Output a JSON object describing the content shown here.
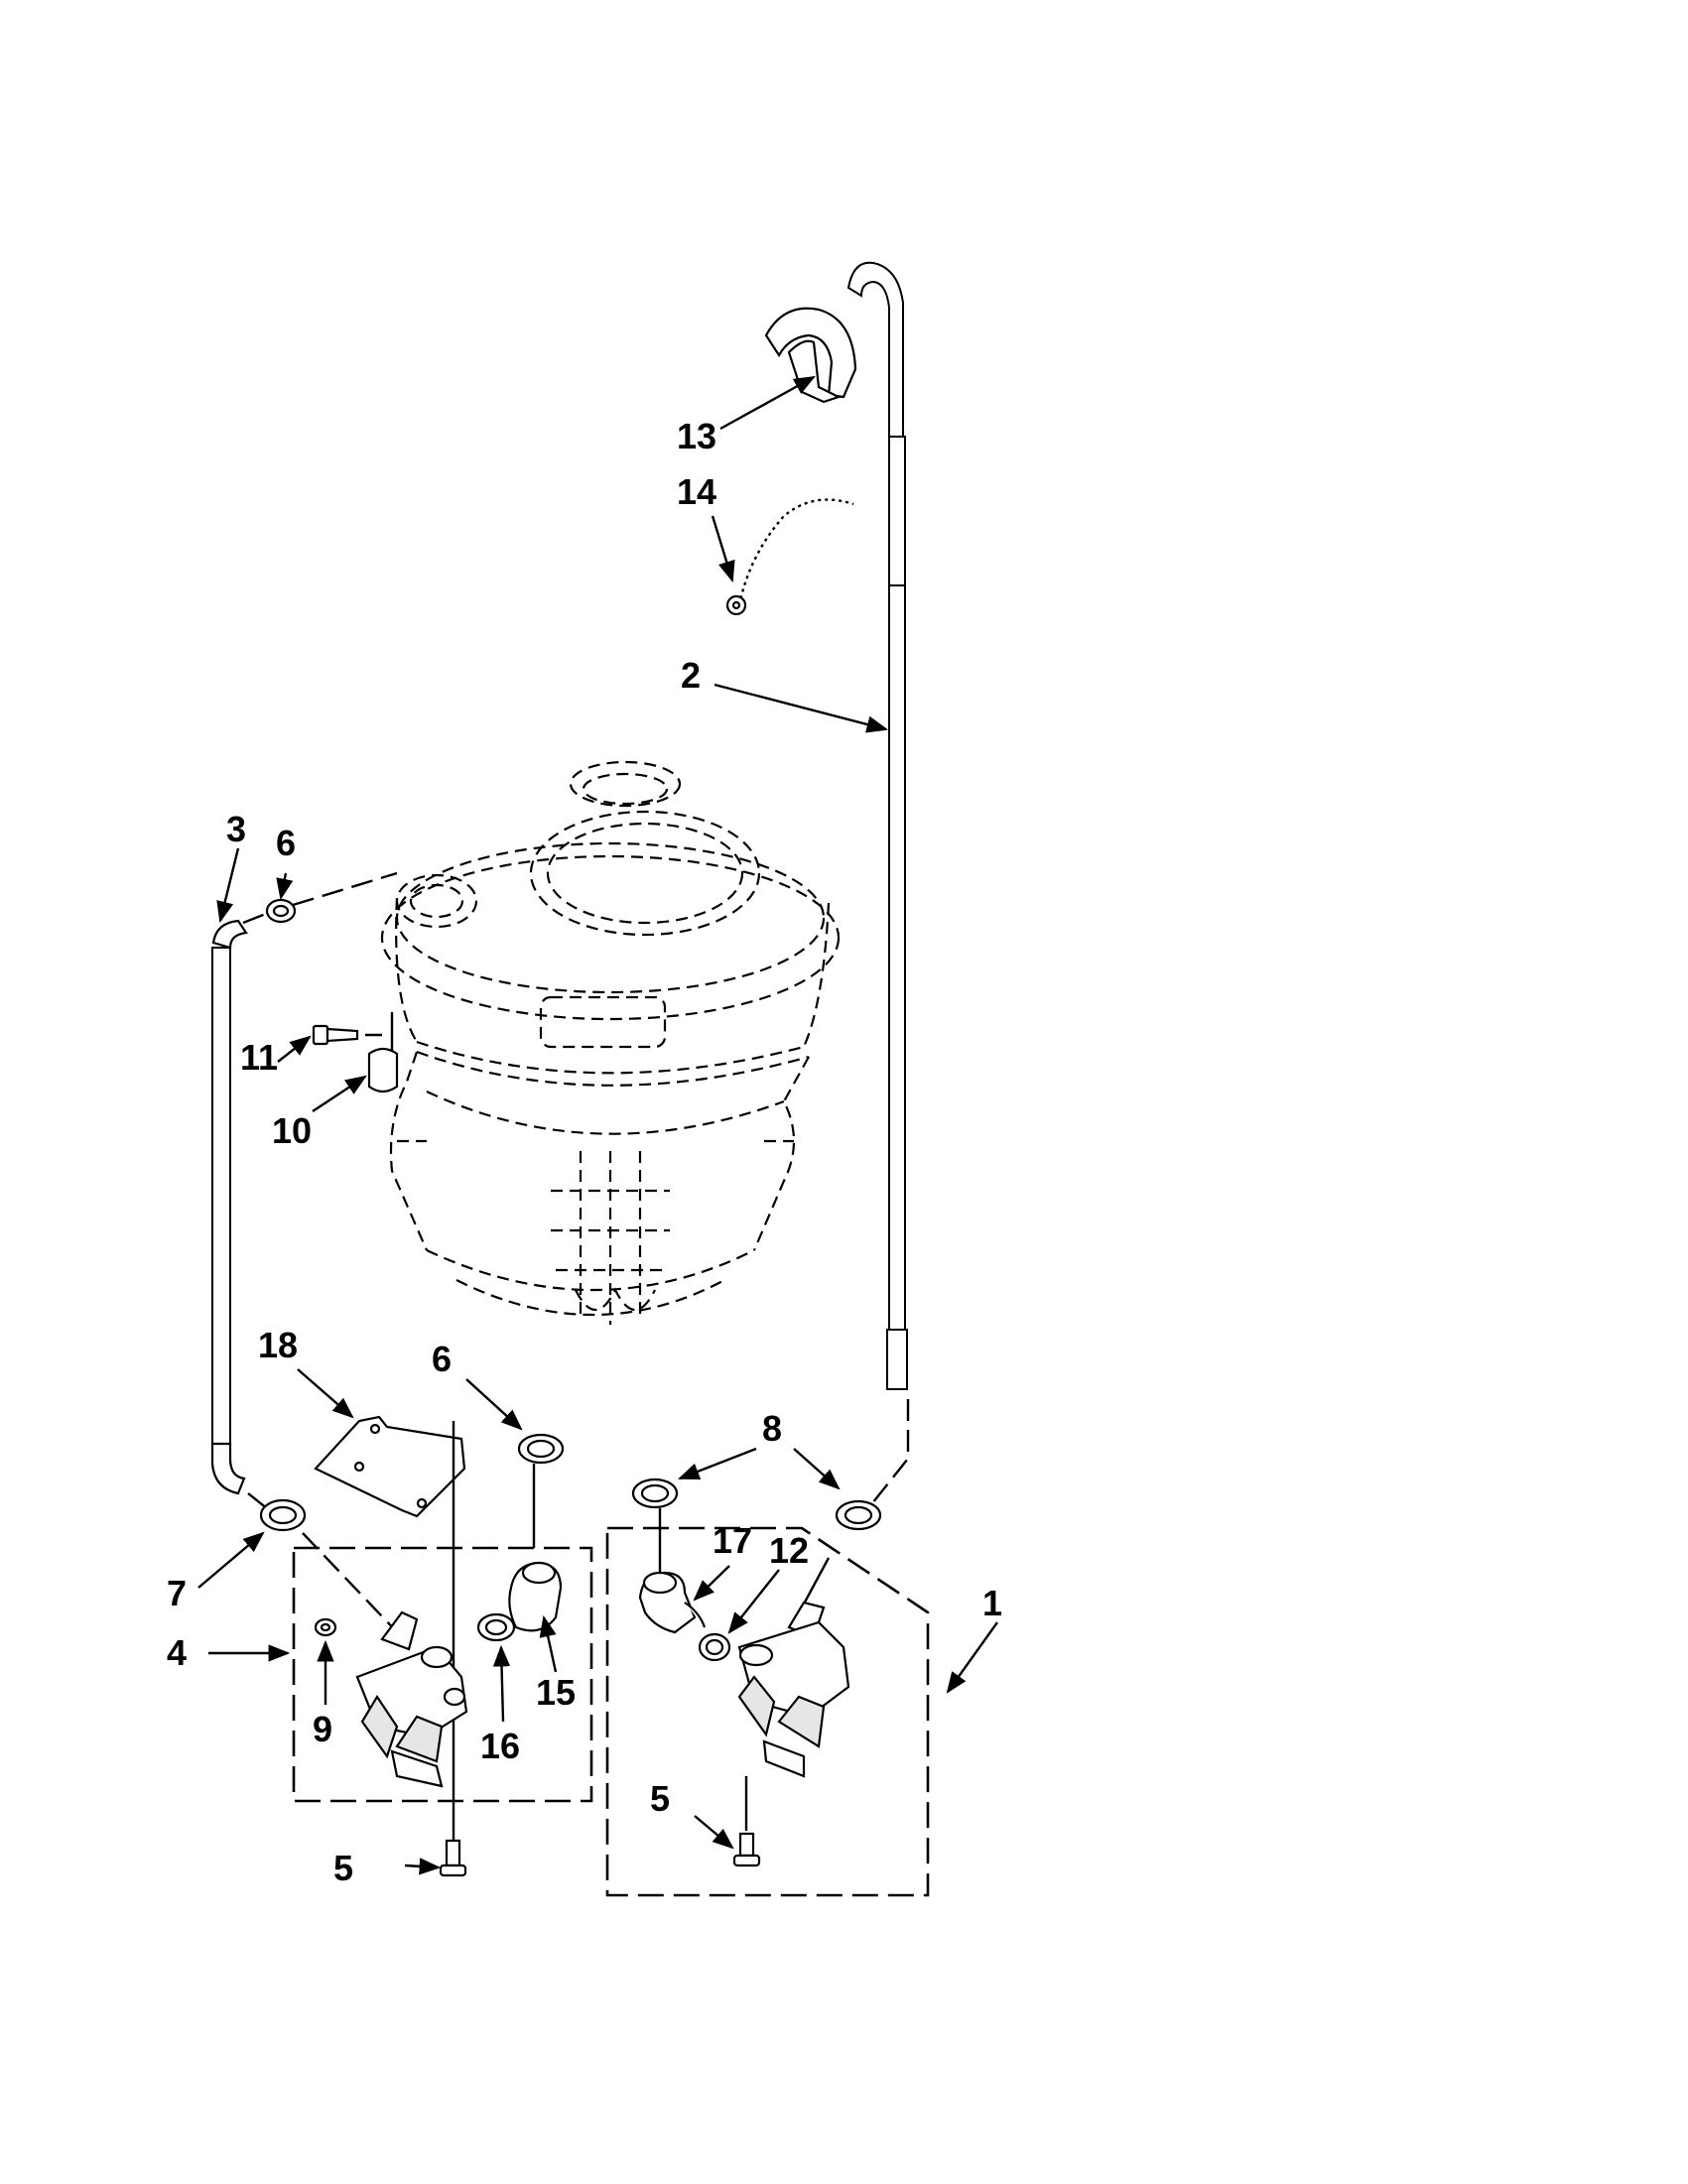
{
  "callouts": [
    {
      "label": "1"
    },
    {
      "label": "2"
    },
    {
      "label": "3"
    },
    {
      "label": "4"
    },
    {
      "label": "5"
    },
    {
      "label": "5"
    },
    {
      "label": "6"
    },
    {
      "label": "6"
    },
    {
      "label": "7"
    },
    {
      "label": "8"
    },
    {
      "label": "9"
    },
    {
      "label": "10"
    },
    {
      "label": "11"
    },
    {
      "label": "12"
    },
    {
      "label": "13"
    },
    {
      "label": "14"
    },
    {
      "label": "15"
    },
    {
      "label": "16"
    },
    {
      "label": "17"
    },
    {
      "label": "18"
    }
  ]
}
